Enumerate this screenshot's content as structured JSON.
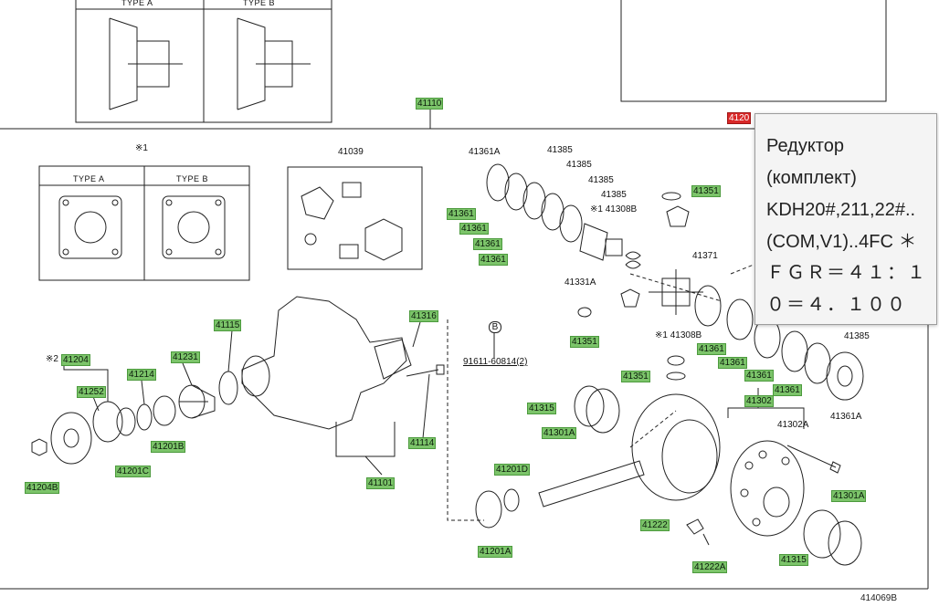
{
  "diagram": {
    "title_code": "41110",
    "type_labels": [
      "TYPE A",
      "TYPE B"
    ],
    "note_mark_1": "※1",
    "note_mark_2": "※2",
    "part_labels": {
      "p41039": "41039",
      "p41361a_top": "41361A",
      "p41385_1": "41385",
      "p41385_2": "41385",
      "p41385_3": "41385",
      "p41385_4": "41385",
      "p41361_1": "41361",
      "p41361_2": "41361",
      "p41361_3": "41361",
      "p41361_4": "41361",
      "p41308b_top": "※1 41308B",
      "p41351_top": "41351",
      "p41371": "41371",
      "p41331a": "41331A",
      "p41316": "41316",
      "p41115": "41115",
      "p41204": "41204",
      "p41252": "41252",
      "p41214": "41214",
      "p41231": "41231",
      "p41201b": "41201B",
      "p41201c": "41201C",
      "p41204b": "41204B",
      "p41114": "41114",
      "p41101": "41101",
      "pB": "B",
      "p91611": "91611-60814(2)",
      "p41351_mid": "41351",
      "p41308b_mid": "※1 41308B",
      "p41351_low": "41351",
      "p41315_left": "41315",
      "p41301a_left": "41301A",
      "p41302": "41302",
      "p41302a": "41302A",
      "p41201d": "41201D",
      "p41201a": "41201A",
      "p41222": "41222",
      "p41222a": "41222A",
      "p41301a_right": "41301A",
      "p41315_right": "41315",
      "p41361_5": "41361",
      "p41361_6": "41361",
      "p41361_7": "41361",
      "p41361_8": "41361",
      "p41385_right": "41385",
      "p41361a_right": "41361A",
      "p41201_red": "4120"
    },
    "footer_code": "414069B"
  },
  "tooltip": {
    "line1": "Редуктор",
    "line2": "(комплект)",
    "line3": "KDH20#,211,22#..",
    "line4": "(COM,V1)..4FC ＊",
    "line5": " ＦＧＲ＝４１：１",
    "line6": " ０＝４．１００"
  },
  "colors": {
    "highlight_green": "#7cc46a",
    "highlight_red": "#d82828",
    "line": "#222222"
  }
}
